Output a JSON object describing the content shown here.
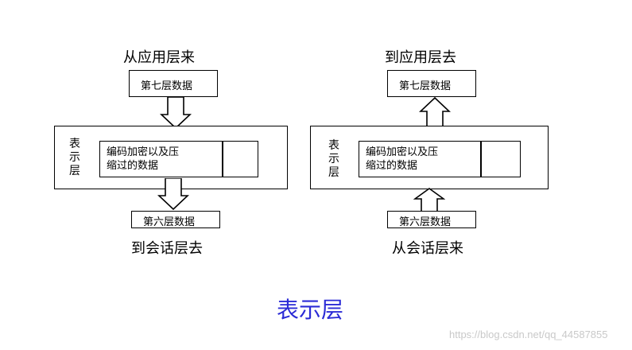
{
  "left": {
    "top_label": "从应用层来",
    "top_box": "第七层数据",
    "layer_label": [
      "表",
      "示",
      "层"
    ],
    "inner_text": [
      "编码加密以及压",
      "缩过的数据"
    ],
    "bottom_box": "第六层数据",
    "bottom_label": "到会话层去"
  },
  "right": {
    "top_label": "到应用层去",
    "top_box": "第七层数据",
    "layer_label": [
      "表",
      "示",
      "层"
    ],
    "inner_text": [
      "编码加密以及压",
      "缩过的数据"
    ],
    "bottom_box": "第六层数据",
    "bottom_label": "从会话层来"
  },
  "caption": "表示层",
  "watermark": "https://blog.csdn.net/qq_44587855"
}
